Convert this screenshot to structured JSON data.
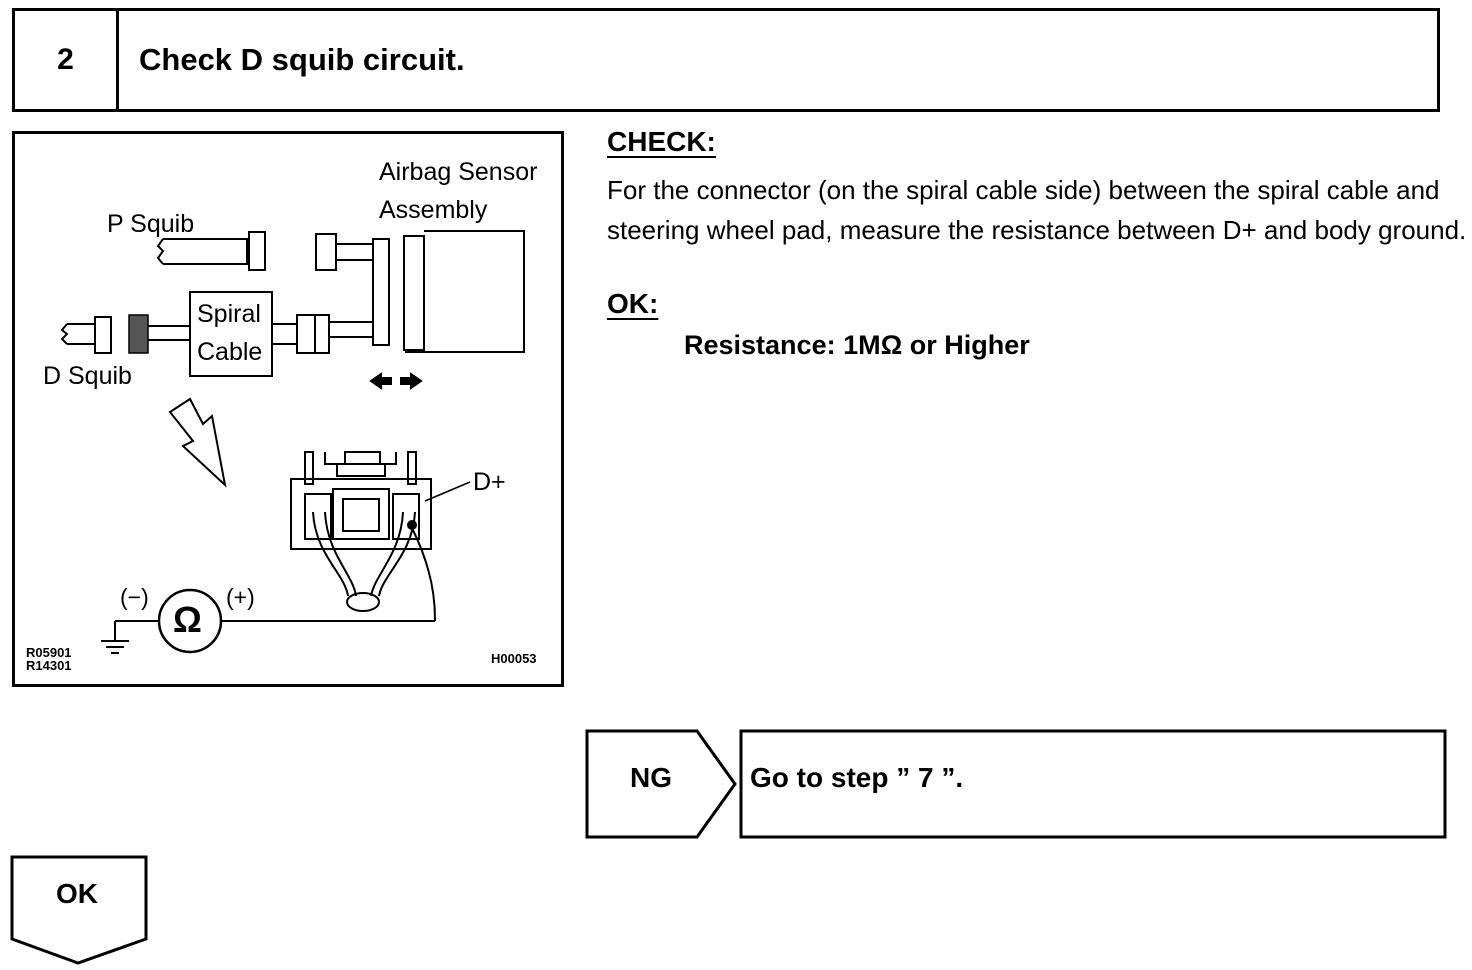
{
  "step": {
    "number": "2",
    "title": "Check D squib circuit."
  },
  "figure": {
    "labels": {
      "airbag_sensor_line1": "Airbag Sensor",
      "airbag_sensor_line2": "Assembly",
      "p_squib": "P Squib",
      "spiral_line1": "Spiral",
      "spiral_line2": "Cable",
      "d_squib": "D Squib",
      "d_plus": "D+",
      "minus": "(−)",
      "plus": "(+)",
      "ohm_symbol": "Ω",
      "code_left_1": "R05901",
      "code_left_2": "R14301",
      "code_right": "H00053"
    },
    "icons": [
      "ohmmeter-icon",
      "ground-icon",
      "arrow-icon",
      "double-arrow-icon"
    ]
  },
  "check": {
    "heading": "CHECK:",
    "text": "For the connector (on the spiral cable side) between the spiral cable and steering wheel pad, measure the resistance between D+ and body ground."
  },
  "ok": {
    "heading": "OK:",
    "value": "Resistance: 1MΩ or Higher"
  },
  "ng_branch": {
    "label": "NG",
    "action": "Go to step ” 7 ”."
  },
  "ok_branch": {
    "label": "OK"
  }
}
